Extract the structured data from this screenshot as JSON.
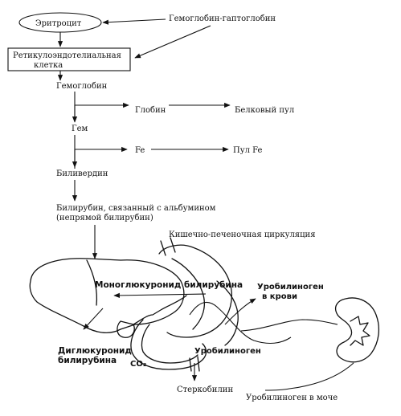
{
  "nodes": {
    "erythrocyte": "Эритроцит",
    "haptoglobin": "Гемоглобин-гаптоглобин",
    "re_cell_line1": "Ретикулоэндотелиальная",
    "re_cell_line2": "клетка",
    "hemoglobin": "Гемоглобин",
    "globin": "Глобин",
    "protein_pool": "Белковый  пул",
    "heme": "Гем",
    "fe": "Fe",
    "fe_pool": "Пул  Fe",
    "biliverdin": "Биливердин",
    "bilirubin_line1": "Билирубин, связанный с альбумином",
    "bilirubin_line2": "(непрямой билирубин)",
    "enterohepatic": "Кишечно-печеночная  циркуляция",
    "monoglucuronide": "Моноглюкуронид билирубина",
    "urobilinogen_blood_line1": "Уробилиноген",
    "urobilinogen_blood_line2": "в крови",
    "diglucuronide_line1": "Диглюкуронид",
    "diglucuronide_line2": "билирубина",
    "urobilinogen": "Уробилиноген",
    "co2": "CO₂",
    "stercobilin": "Стеркобилин",
    "urobilinogen_urine": "Уробилиноген в моче"
  }
}
